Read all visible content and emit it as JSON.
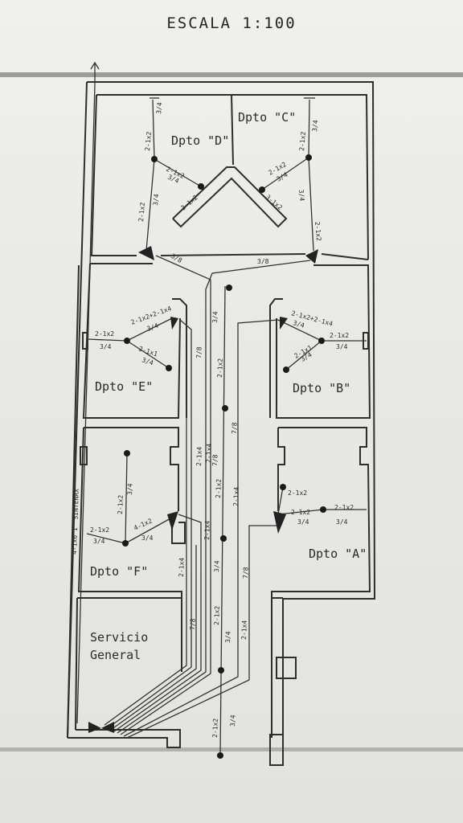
{
  "title": "ESCALA    1:100",
  "units": {
    "d": "Dpto \"D\"",
    "c": "Dpto \"C\"",
    "e": "Dpto \"E\"",
    "b": "Dpto \"B\"",
    "f": "Dpto \"F\"",
    "a": "Dpto \"A\"",
    "sg1": "Servicio",
    "sg2": "General"
  },
  "riser": "4-1x6   1\"  SINTENAX",
  "circuits": {
    "d1": "2-1x2",
    "d2": "3/4",
    "d3": "2-1x2",
    "d4": "3/4",
    "d5": "2-1x2",
    "d6": "3/4",
    "d7": "3-1x2",
    "c1": "2-1x2",
    "c2": "3/4",
    "c3": "2-1x2",
    "c4": "3/4",
    "c5": "2-1x2",
    "c6": "3/4",
    "c7": "3-1x2",
    "e1": "2-1x2",
    "e2": "3/4",
    "e3": "2-1x2+2-1x4",
    "e4": "3/4",
    "e5": "2-1x1",
    "e6": "3/4",
    "b1": "2-1x2+2-1x4",
    "b2": "3/4",
    "b3": "2-1x2",
    "b4": "3/4",
    "b5": "2-1x1",
    "b6": "3/4",
    "f1": "2-1x2",
    "f2": "3/4",
    "f3": "2-1x2",
    "f4": "3/4",
    "f5": "4-1x2",
    "f6": "3/4",
    "f7": "2-1x4",
    "a1": "2-1x2",
    "a2": "2-1x2",
    "a3": "3/4",
    "a4": "2-1x2",
    "a5": "3/4",
    "m1": "3/8",
    "m2": "3/8",
    "m3": "7/8",
    "m4": "3/4",
    "m5": "2-1x2",
    "m6": "7/8",
    "m7": "2-1x4",
    "m8": "2-1x4",
    "m9": "2-1x4",
    "m10": "2-1x2",
    "m11": "3/4",
    "m12": "2-1x4",
    "m13": "7/8",
    "m14": "7/8",
    "m15": "2-1x2",
    "m16": "3/4",
    "m17": "2-1x4",
    "m18": "7/8",
    "m19": "2-1x2",
    "m20": "3/4"
  }
}
